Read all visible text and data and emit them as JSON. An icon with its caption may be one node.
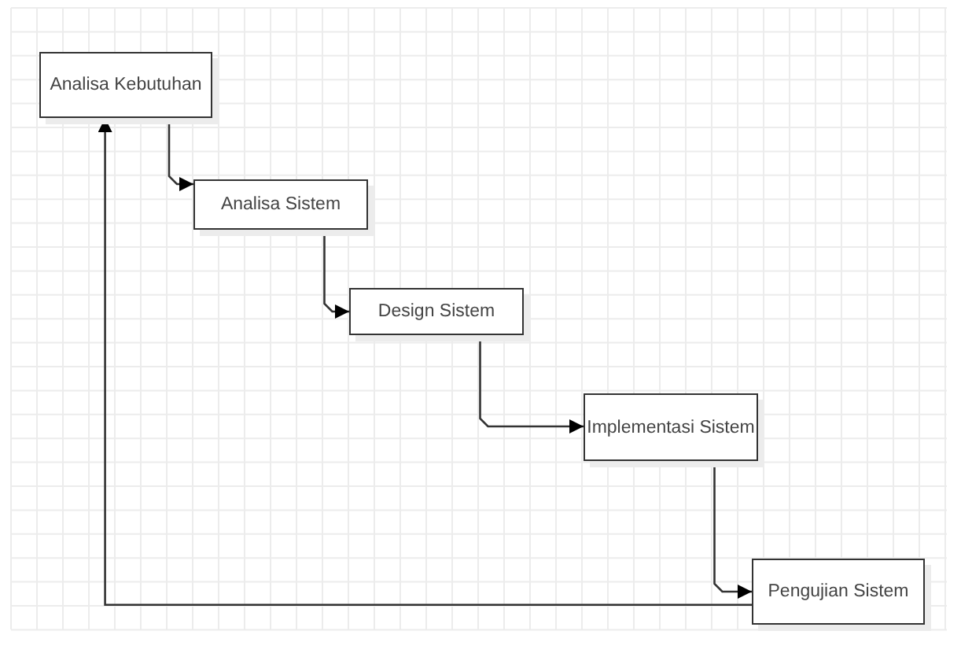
{
  "diagram": {
    "nodes": [
      {
        "text": [
          "Analisa Kebutuhan"
        ]
      },
      {
        "text": [
          "Analisa Sistem"
        ]
      },
      {
        "text": [
          "Design Sistem"
        ]
      },
      {
        "text": [
          "Implementasi Sistem"
        ]
      },
      {
        "text": [
          "Pengujian Sistem"
        ]
      }
    ],
    "edges": [
      {
        "from": 0,
        "to": 1,
        "arrow": "to"
      },
      {
        "from": 1,
        "to": 2,
        "arrow": "to"
      },
      {
        "from": 2,
        "to": 3,
        "arrow": "to"
      },
      {
        "from": 3,
        "to": 4,
        "arrow": "to"
      },
      {
        "from": 4,
        "to": 0,
        "arrow": "to"
      }
    ]
  }
}
